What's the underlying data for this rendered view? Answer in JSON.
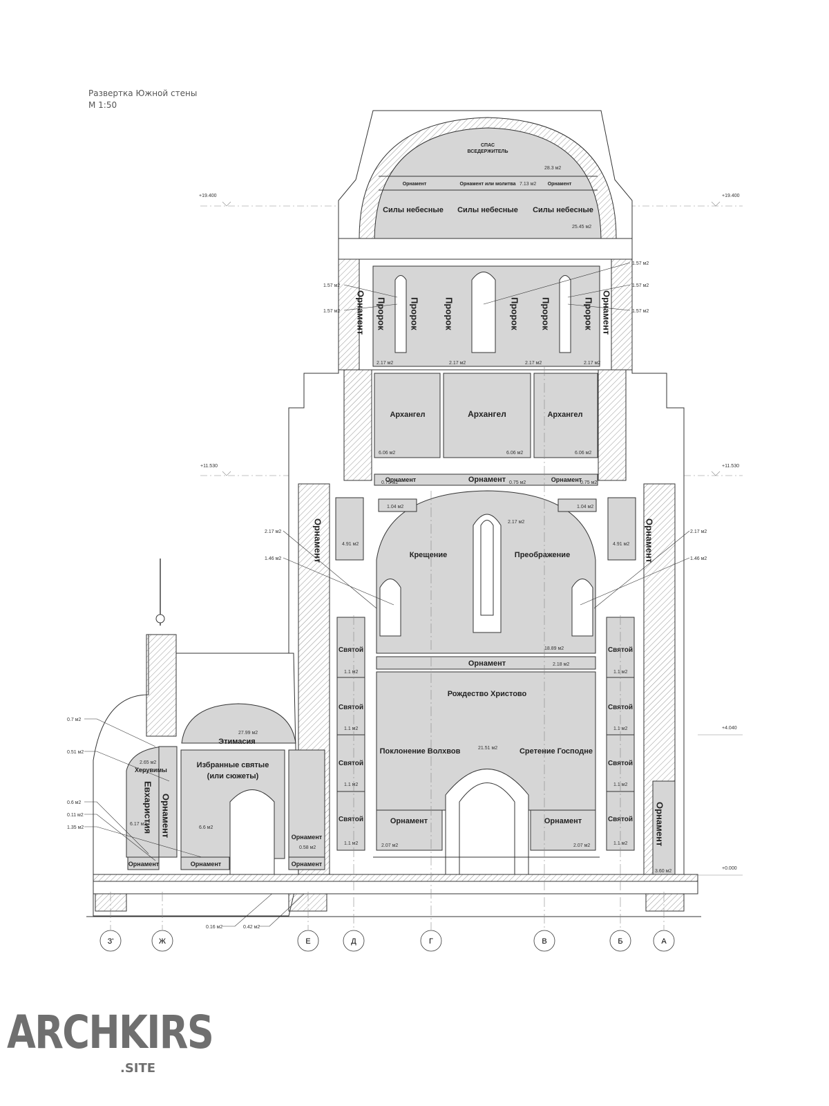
{
  "title": {
    "line1": "Развертка Южной стены",
    "line2": "М 1:50"
  },
  "brand": {
    "main": "ARCHKIRS",
    "sub": ".SITE"
  },
  "levels": {
    "top": "+19.400",
    "mid": "+11.530",
    "low": "+4.040",
    "zero": "+0.000"
  },
  "axes": [
    "З'",
    "Ж",
    "Е",
    "Д",
    "Г",
    "В",
    "Б",
    "А"
  ],
  "dome": {
    "spas": "СПАС",
    "vsederzhitel": "ВСЕДЕРЖИТЕЛЬ",
    "area_top": "28.3 м2",
    "band": "Орнамент или молитва",
    "band_area": "7.13 м2",
    "band_left": "Орнамент",
    "band_right": "Орнамент",
    "sily": "Силы небесные",
    "area_sily": "25.45 м2"
  },
  "drum": {
    "ornament": "Орнамент",
    "prorok": "Пророк",
    "area": "2.17 м2",
    "window_area": "1.57 м2"
  },
  "archangels": {
    "label": "Архангел",
    "area": "6.06 м2"
  },
  "band1": {
    "label": "Орнамент",
    "area": "0.75 м2"
  },
  "upper": {
    "ornament": "Орнамент",
    "small_area": "1.04 м2",
    "niche_area": "4.91 м2",
    "kreshchenie": "Крещение",
    "preobrazhenie": "Преображение",
    "win_area": "2.17 м2",
    "win_small": "1.46 м2",
    "main_area": "18.89 м2"
  },
  "band2": {
    "label": "Орнамент",
    "area": "2.18 м2"
  },
  "lower": {
    "rozhdestvo": "Рождество Христово",
    "poklonenie": "Поклонение Волхвов",
    "sretenie": "Сретение Господне",
    "area": "21.51 м2",
    "orn": "Орнамент",
    "orn_area": "2.07 м2"
  },
  "saints": {
    "label": "Святой",
    "area": "1.1 м2"
  },
  "right_col": {
    "ornament": "Орнамент",
    "area": "3.60 м2"
  },
  "annex": {
    "etimasia": "Этимасия",
    "area_vault": "27.99 м2",
    "izbrannye1": "Избранные святые",
    "izbrannye2": "(или сюжеты)",
    "area_main": "6.6 м2",
    "heruvimy": "Херувимы",
    "area_her": "2.65 м2",
    "evharistia": "Евхаристия",
    "area_ev": "6.17 м2",
    "ornament": "Орнамент",
    "orn_small": "0.58 м2"
  },
  "callouts": {
    "c1": "0.7 м2",
    "c2": "0.51 м2",
    "c3": "0.6 м2",
    "c4": "0.11 м2",
    "c5": "1.35 м2",
    "c6": "0.16 м2",
    "c7": "0.42 м2"
  }
}
